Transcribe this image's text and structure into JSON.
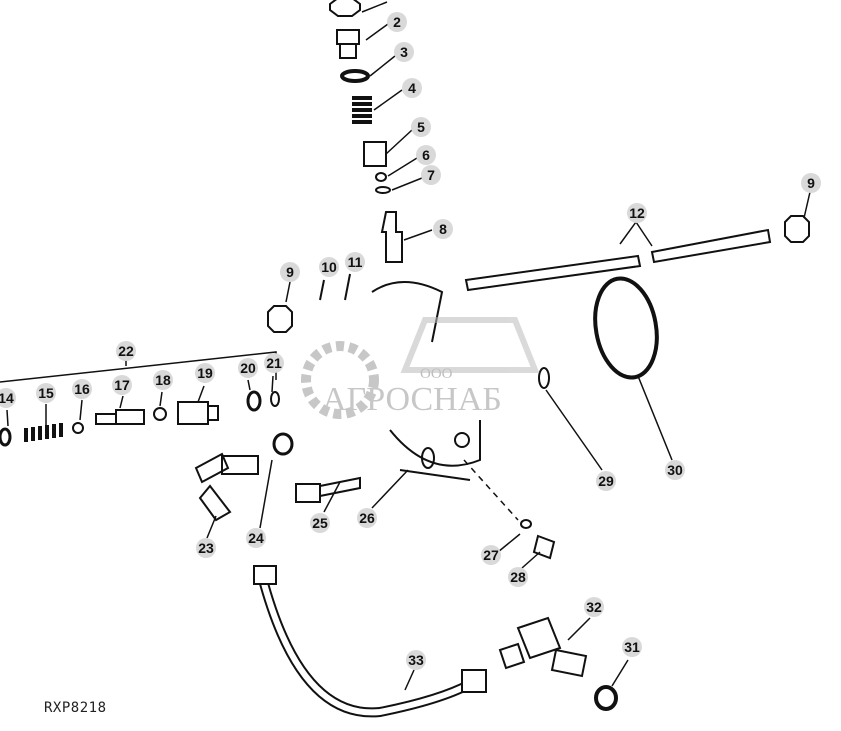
{
  "diagram": {
    "reference_code": "RXP8218",
    "callouts": [
      "2",
      "3",
      "4",
      "5",
      "6",
      "7",
      "8",
      "9",
      "10",
      "11",
      "12",
      "9",
      "22",
      "14",
      "15",
      "16",
      "17",
      "18",
      "19",
      "20",
      "21",
      "23",
      "24",
      "25",
      "26",
      "27",
      "28",
      "29",
      "30",
      "31",
      "32",
      "33"
    ],
    "colors": {
      "line": "#111111",
      "callout_bubble": "#d9d9d9",
      "watermark": "#9a9a9a"
    }
  },
  "watermark": {
    "prefix": "ООО",
    "name": "АГРОСНАБ"
  }
}
